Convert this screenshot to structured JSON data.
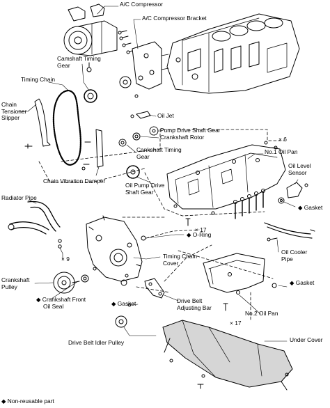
{
  "colors": {
    "ink": "#000000",
    "paper": "#ffffff",
    "shade": "#bdbdbd"
  },
  "labels": {
    "ac_compressor": "A/C Compressor",
    "ac_compressor_bracket": "A/C Compressor Bracket",
    "camshaft_timing_gear": [
      "Camshaft Timing",
      "Gear"
    ],
    "timing_chain": "Timing Chain",
    "chain_tensioner_slipper": [
      "Chain",
      "Tensioner",
      "Slipper"
    ],
    "oil_jet": "Oil Jet",
    "pump_drive_shaft_gear": "Pump Drive Shaft Gear",
    "crankshaft_rotor": "Crankshaft Rotor",
    "crankshaft_timing_gear": [
      "Cankshaft Timing",
      "Gear"
    ],
    "x6": "× 6",
    "no1_oil_pan": "No.1 Oil Pan",
    "oil_level_sensor": [
      "Oil Level",
      "Sensor"
    ],
    "chain_vibration_damper": "Chain Vibration Damper",
    "oil_pump_drive_shaft_gear": [
      "Oil Pump Drive",
      "Shaft Gear"
    ],
    "gasket_right": "◆ Gasket",
    "radiator_pipe": "Radiator Pipe",
    "x17_a": "× 17",
    "o_ring": "◆ O-Ring",
    "x9": "× 9",
    "oil_cooler_pipe": [
      "Oil Cooler",
      "Pipe"
    ],
    "timing_chain_cover": [
      "Timing Chain",
      "Cover"
    ],
    "crankshaft_pulley": [
      "Crankshaft",
      "Pulley"
    ],
    "gasket_lower_right": "◆ Gasket",
    "crankshaft_front_oil_seal": [
      "◆ Crankshaft Front",
      "Oil Seal"
    ],
    "gasket_mid": "◆ Gasket",
    "drive_belt_adjusting_bar": [
      "Drive Belt",
      "Adjusting Bar"
    ],
    "no2_oil_pan": "No.2 Oil Pan",
    "x17_b": "× 17",
    "drive_belt_idler_pulley": "Drive Belt Idler Pulley",
    "under_cover": "Under Cover",
    "non_reusable_part": "◆ Non-reusable part"
  }
}
